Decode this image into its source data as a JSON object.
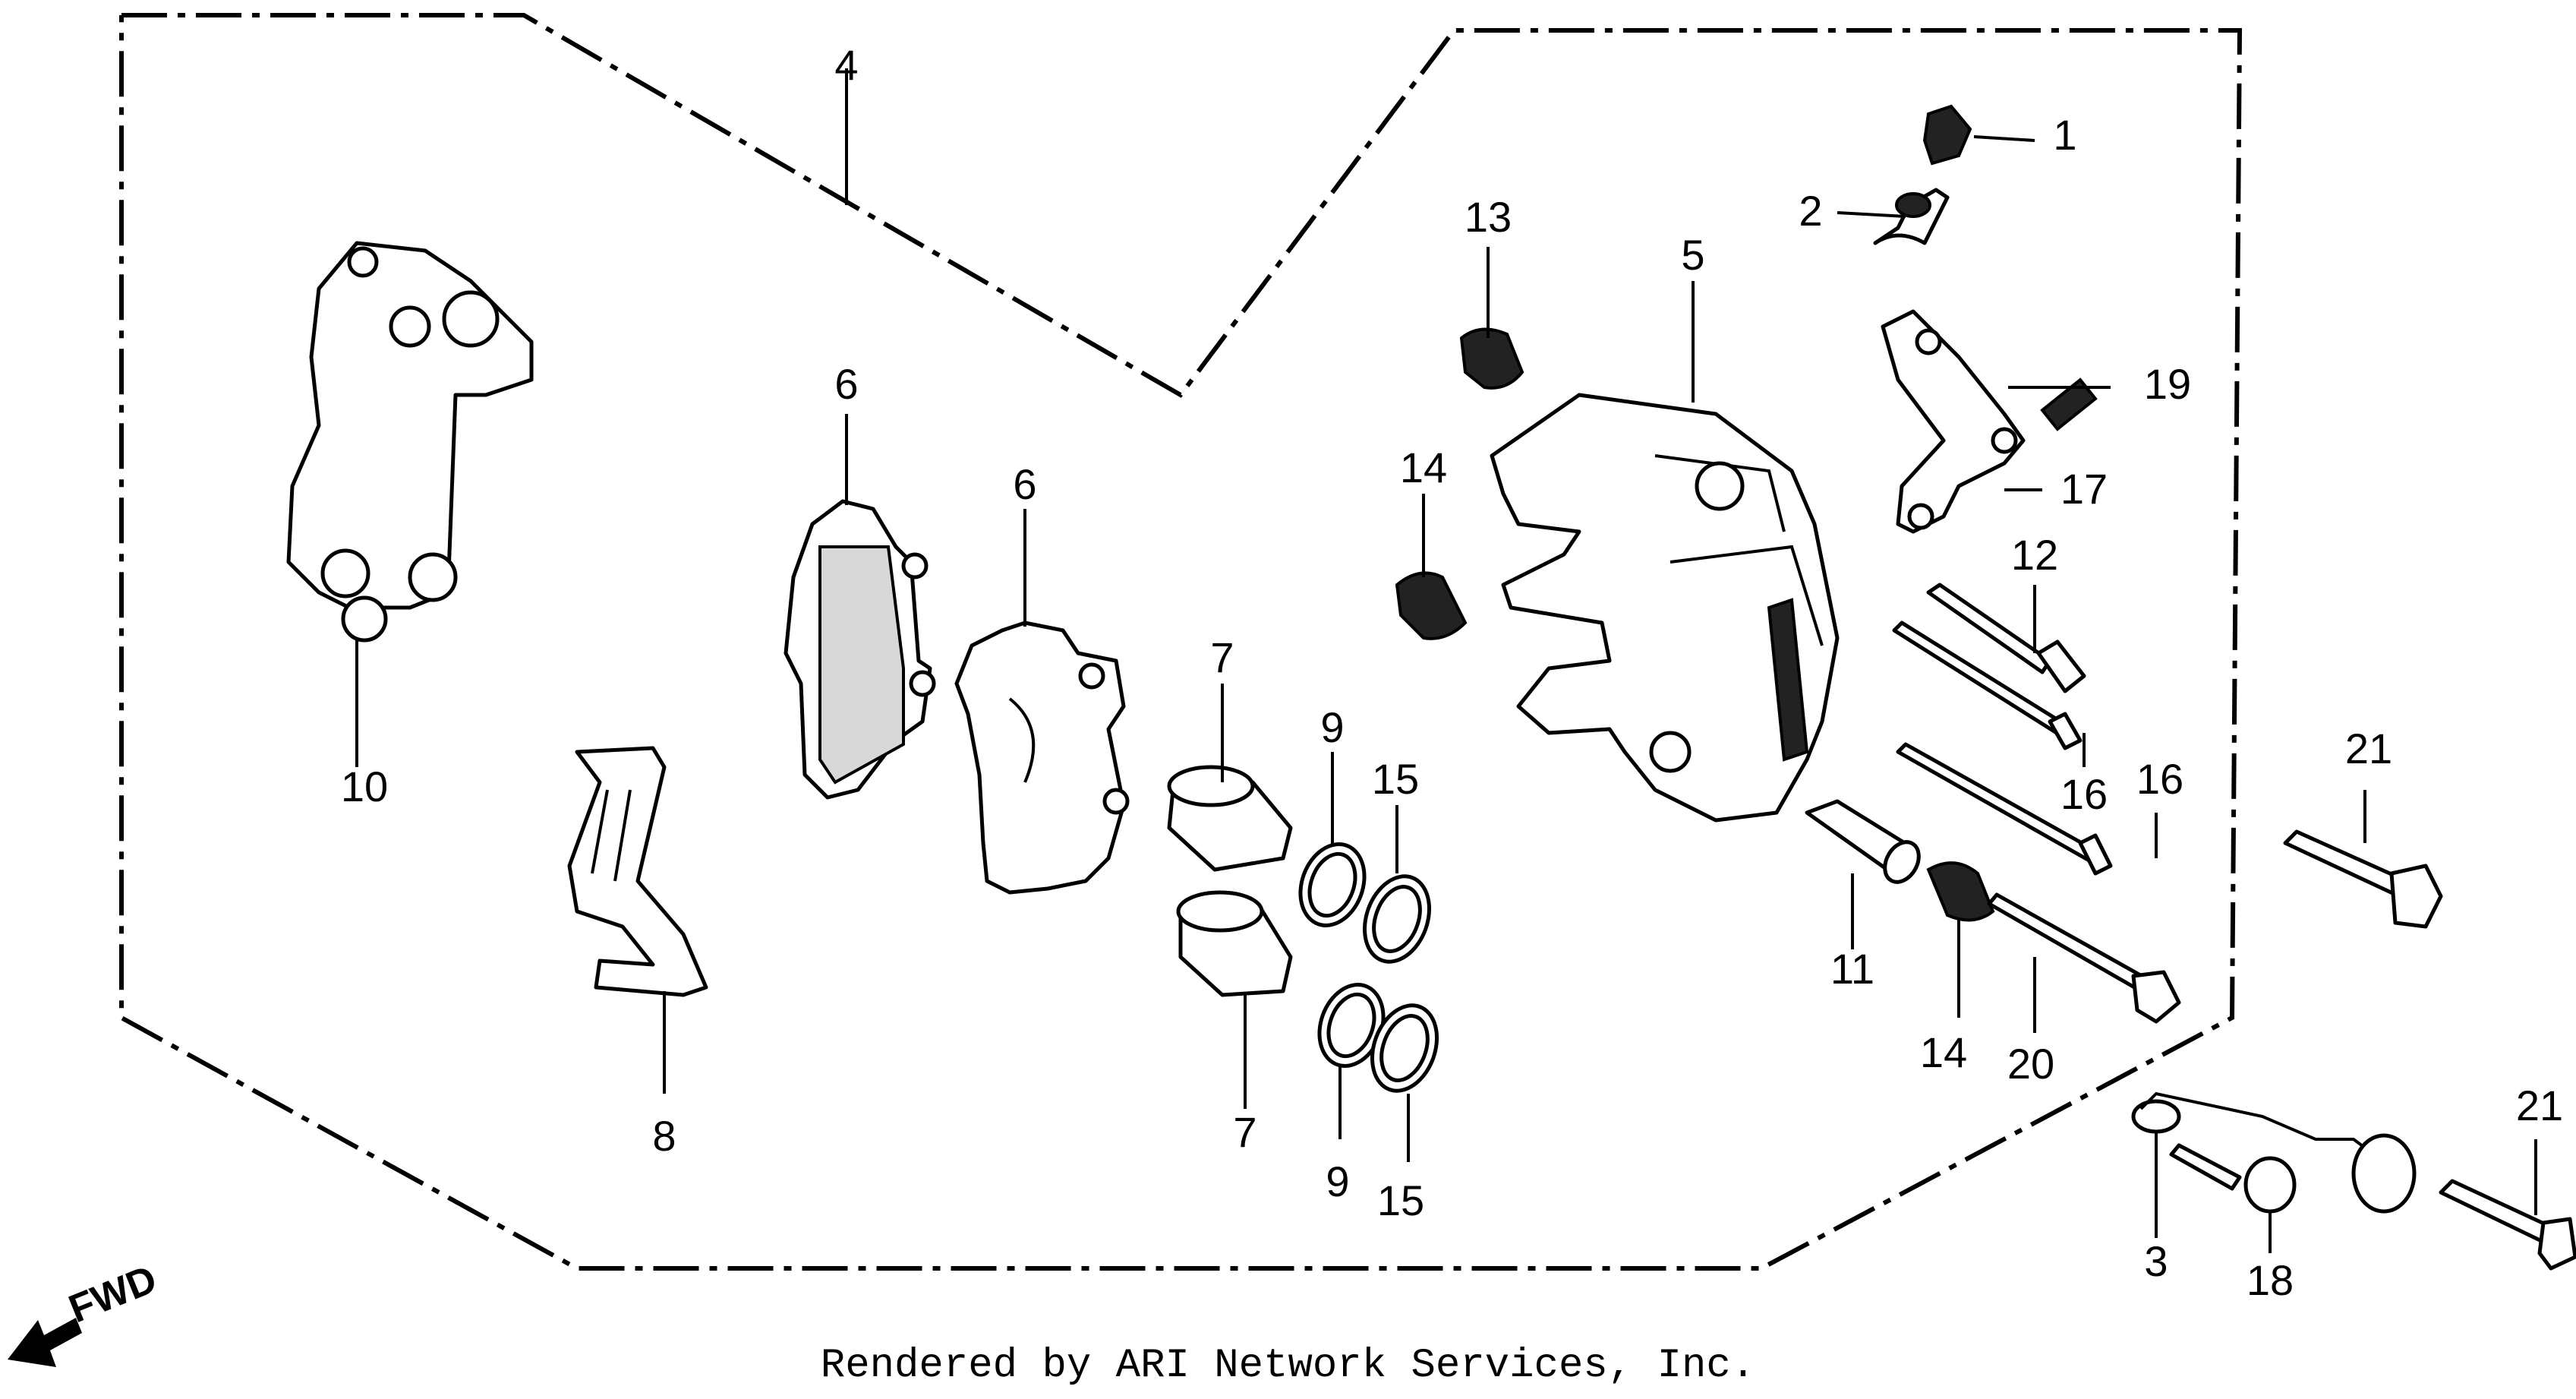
{
  "callouts": {
    "c1": "1",
    "c2": "2",
    "c3": "3",
    "c4": "4",
    "c5": "5",
    "c6a": "6",
    "c6b": "6",
    "c7a": "7",
    "c7b": "7",
    "c8": "8",
    "c9a": "9",
    "c9b": "9",
    "c10": "10",
    "c11": "11",
    "c12": "12",
    "c13": "13",
    "c14a": "14",
    "c14b": "14",
    "c15a": "15",
    "c15b": "15",
    "c16a": "16",
    "c16b": "16",
    "c17": "17",
    "c18": "18",
    "c19": "19",
    "c20": "20",
    "c21a": "21",
    "c21b": "21"
  },
  "fwd_label": "FWD",
  "credit": "Rendered by ARI Network Services, Inc."
}
